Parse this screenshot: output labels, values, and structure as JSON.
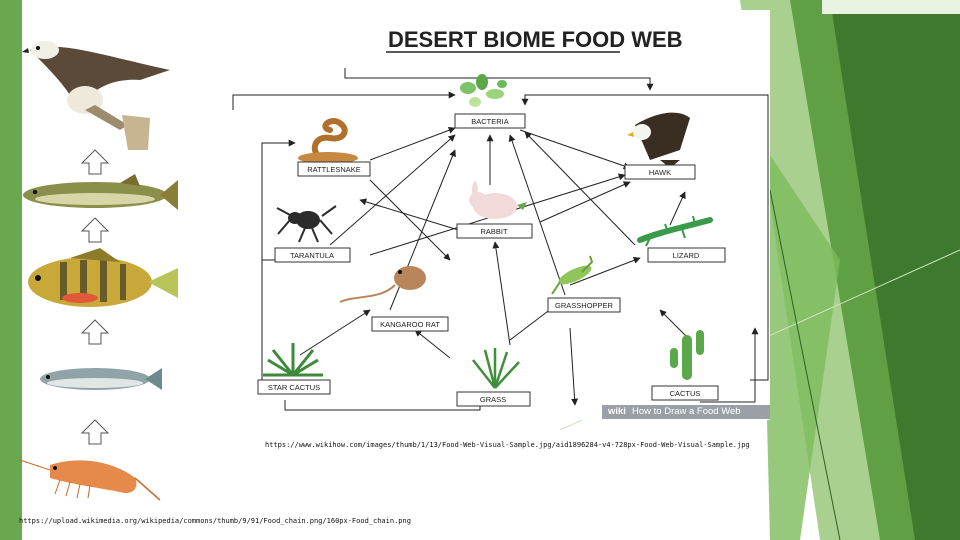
{
  "title": "DESERT BIOME FOOD WEB",
  "nodes": {
    "bacteria": "BACTERIA",
    "rattlesnake": "RATTLESNAKE",
    "hawk": "HAWK",
    "tarantula": "TARANTULA",
    "rabbit": "RABBIT",
    "lizard": "LIZARD",
    "grasshopper": "GRASSHOPPER",
    "kangaroo_rat": "KANGAROO RAT",
    "star_cactus": "STAR CACTUS",
    "grass": "GRASS",
    "cactus": "CACTUS"
  },
  "watermark": {
    "brand": "wiki",
    "text": "How to Draw a Food Web"
  },
  "caption_web": "https://www.wikihow.com/images/thumb/1/13/Food-Web-Visual-Sample.jpg/aid1896284-v4-728px-Food-Web-Visual-Sample.jpg",
  "caption_chain": "https://upload.wikimedia.org/wikipedia/commons/thumb/9/91/Food_chain.png/160px-Food_chain.png",
  "chain_organisms": [
    "osprey-icon",
    "pike-icon",
    "perch-icon",
    "minnow-icon",
    "krill-icon"
  ],
  "colors": {
    "green_dark": "#3e7a2d",
    "green_mid": "#5fa044",
    "green_light": "#92c57a",
    "label_border": "#333333",
    "watermark": "#9aa0a6"
  }
}
